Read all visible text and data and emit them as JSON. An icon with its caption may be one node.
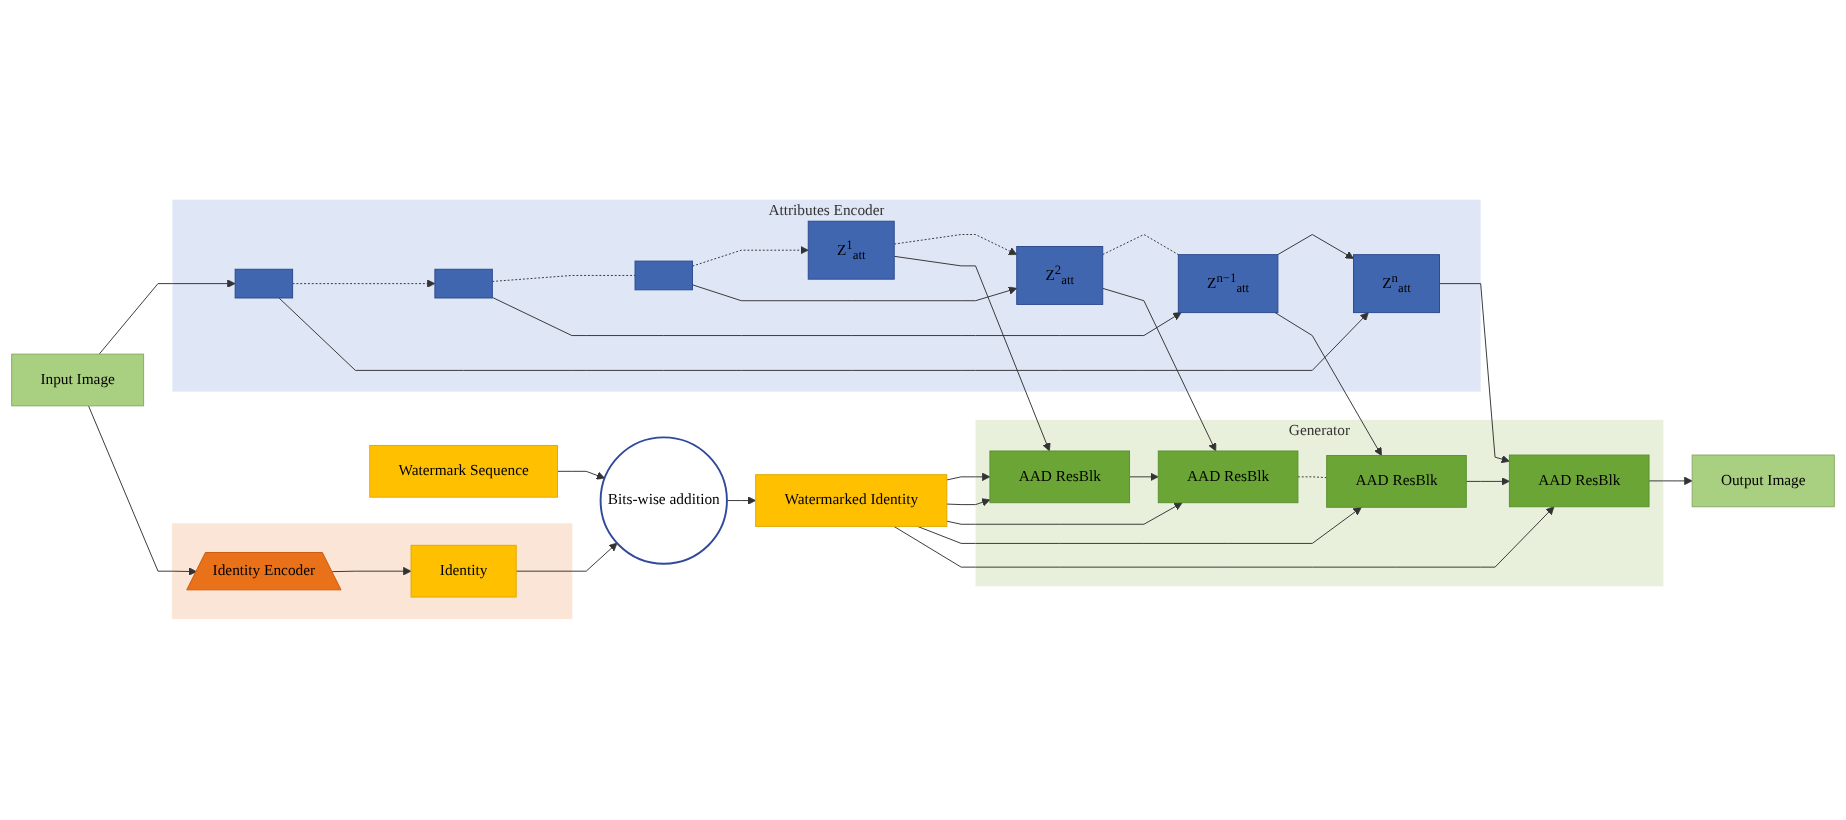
{
  "diagram": {
    "nodes": [
      {
        "text": [
          "Attributes Encoder"
        ]
      },
      {
        "text": [],
        "shape": "box",
        "in": 0
      },
      {
        "text": [],
        "shape": "box",
        "in": 0
      },
      {
        "text": [],
        "shape": "box",
        "in": 0
      },
      {
        "text": [
          "Z$^{1}$$_{att}$"
        ],
        "in": 0
      },
      {
        "text": [
          "Z$^{2}$$_{att}$"
        ],
        "in": 0
      },
      {
        "text": [
          "Z$^{n−1}$$_{att}$"
        ],
        "in": 0
      },
      {
        "text": [
          "Z$^{n}$$_{att}$"
        ],
        "in": 0
      },
      {
        "text": [
          "Input Image"
        ]
      },
      {
        "text": [],
        "shape": "box"
      },
      {
        "text": [
          "Identity Encoder"
        ],
        "in": 9
      },
      {
        "text": [
          "Identity"
        ],
        "in": 9
      },
      {
        "text": [
          "Bits-wise addition"
        ]
      },
      {
        "text": [
          "Watermark Sequence"
        ]
      },
      {
        "text": [
          "Watermarked Identity"
        ]
      },
      {
        "text": [
          "Generator"
        ]
      },
      {
        "text": [
          "AAD ResBlk"
        ],
        "in": 15
      },
      {
        "text": [
          "AAD ResBlk"
        ],
        "in": 15
      },
      {
        "text": [
          "AAD ResBlk"
        ],
        "in": 15
      },
      {
        "text": [
          "AAD ResBlk"
        ],
        "in": 15
      },
      {
        "text": [
          "Output Image"
        ]
      }
    ],
    "edges": [
      {
        "from": 8,
        "to": 1,
        "arrow": "to"
      },
      {
        "from": 8,
        "to": 10,
        "arrow": "to"
      },
      {
        "from": 1,
        "to": 2,
        "arrow": "to",
        "style": "dashed"
      },
      {
        "from": 2,
        "to": 3,
        "arrow": "none",
        "style": "dashed"
      },
      {
        "from": 3,
        "to": 4,
        "arrow": "to",
        "style": "dashed"
      },
      {
        "from": 4,
        "to": 5,
        "arrow": "to",
        "style": "dashed"
      },
      {
        "from": 5,
        "to": 6,
        "arrow": "none",
        "style": "dashed"
      },
      {
        "from": 6,
        "to": 7,
        "arrow": "to"
      },
      {
        "from": 1,
        "to": 7,
        "arrow": "to"
      },
      {
        "from": 2,
        "to": 6,
        "arrow": "to"
      },
      {
        "from": 3,
        "to": 5,
        "arrow": "to"
      },
      {
        "from": 4,
        "to": 16,
        "arrow": "to"
      },
      {
        "from": 5,
        "to": 17,
        "arrow": "to"
      },
      {
        "from": 6,
        "to": 18,
        "arrow": "to"
      },
      {
        "from": 7,
        "to": 19,
        "arrow": "to"
      },
      {
        "from": 10,
        "to": 11,
        "arrow": "to"
      },
      {
        "from": 11,
        "to": 12,
        "arrow": "to"
      },
      {
        "from": 13,
        "to": 12,
        "arrow": "to"
      },
      {
        "from": 12,
        "to": 14,
        "arrow": "to"
      },
      {
        "from": 14,
        "to": 16,
        "arrow": "to"
      },
      {
        "from": 14,
        "to": 16,
        "arrow": "to"
      },
      {
        "from": 14,
        "to": 17,
        "arrow": "to"
      },
      {
        "from": 14,
        "to": 18,
        "arrow": "to"
      },
      {
        "from": 14,
        "to": 19,
        "arrow": "to"
      },
      {
        "from": 16,
        "to": 17,
        "arrow": "to"
      },
      {
        "from": 17,
        "to": 18,
        "arrow": "none",
        "style": "dashed"
      },
      {
        "from": 18,
        "to": 19,
        "arrow": "to"
      },
      {
        "from": 19,
        "to": 20,
        "arrow": "to"
      }
    ]
  }
}
